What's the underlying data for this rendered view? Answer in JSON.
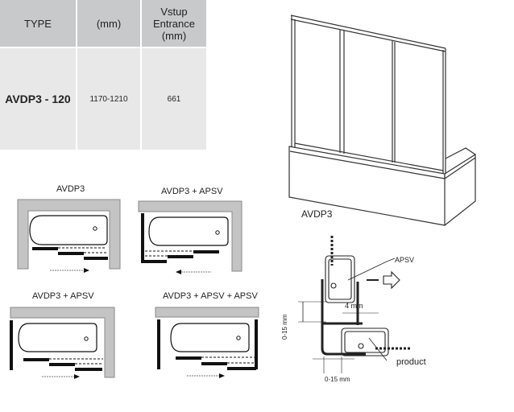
{
  "table": {
    "headers": [
      "TYPE",
      "(mm)",
      "Vstup Entrance (mm)"
    ],
    "header_lines": {
      "col3": [
        "Vstup",
        "Entrance",
        "(mm)"
      ]
    },
    "rows": [
      [
        "AVDP3 - 120",
        "1170-1210",
        "661"
      ]
    ]
  },
  "product_image": {
    "caption": "AVDP3"
  },
  "configurations": [
    {
      "label": "AVDP3",
      "direction": "right"
    },
    {
      "label": "AVDP3 + APSV",
      "direction": "left"
    },
    {
      "label": "AVDP3 + APSV",
      "direction": "right"
    },
    {
      "label": "AVDP3 + APSV + APSV",
      "direction": "right"
    }
  ],
  "detail": {
    "part_label": "APSV",
    "product_label": "product",
    "gap_label": "4 mm",
    "vertical_range": "0-15 mm",
    "horizontal_range": "0-15 mm"
  },
  "colors": {
    "header_bg": "#c8c9cb",
    "body_bg": "#e8e8e8",
    "wall": "#c4c4c4"
  }
}
